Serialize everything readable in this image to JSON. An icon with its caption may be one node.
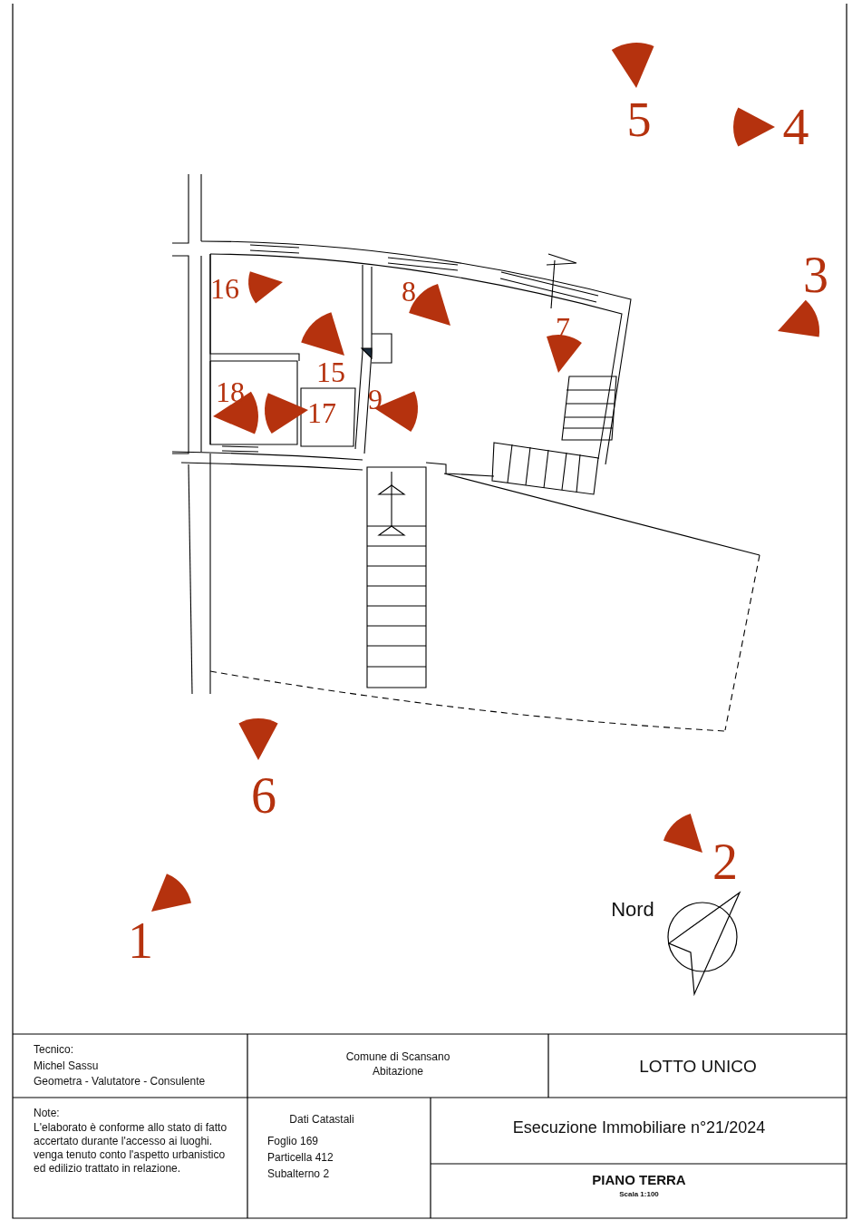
{
  "diagram": {
    "labels": [
      "5",
      "4",
      "16",
      "8",
      "3",
      "7",
      "15",
      "18",
      "17",
      "9",
      "6",
      "2",
      "Nord",
      "1",
      "Tecnico:",
      "Michel Sassu",
      "Geometra - Valutatore - Consulente",
      "Comune di Scansano",
      "Abitazione",
      "LOTTO UNICO",
      "Note:",
      "L'elaborato è conforme allo stato di fatto accertato durante l'accesso ai luoghi. venga tenuto conto l'aspetto urbanistico ed edilizio trattato in relazione.",
      "Dati Catastali",
      "Foglio 169",
      "Particella 412",
      "Subalterno 2",
      "Esecuzione Immobiliare n°21/2024",
      "PIANO TERRA",
      "Scala 1:100"
    ]
  }
}
